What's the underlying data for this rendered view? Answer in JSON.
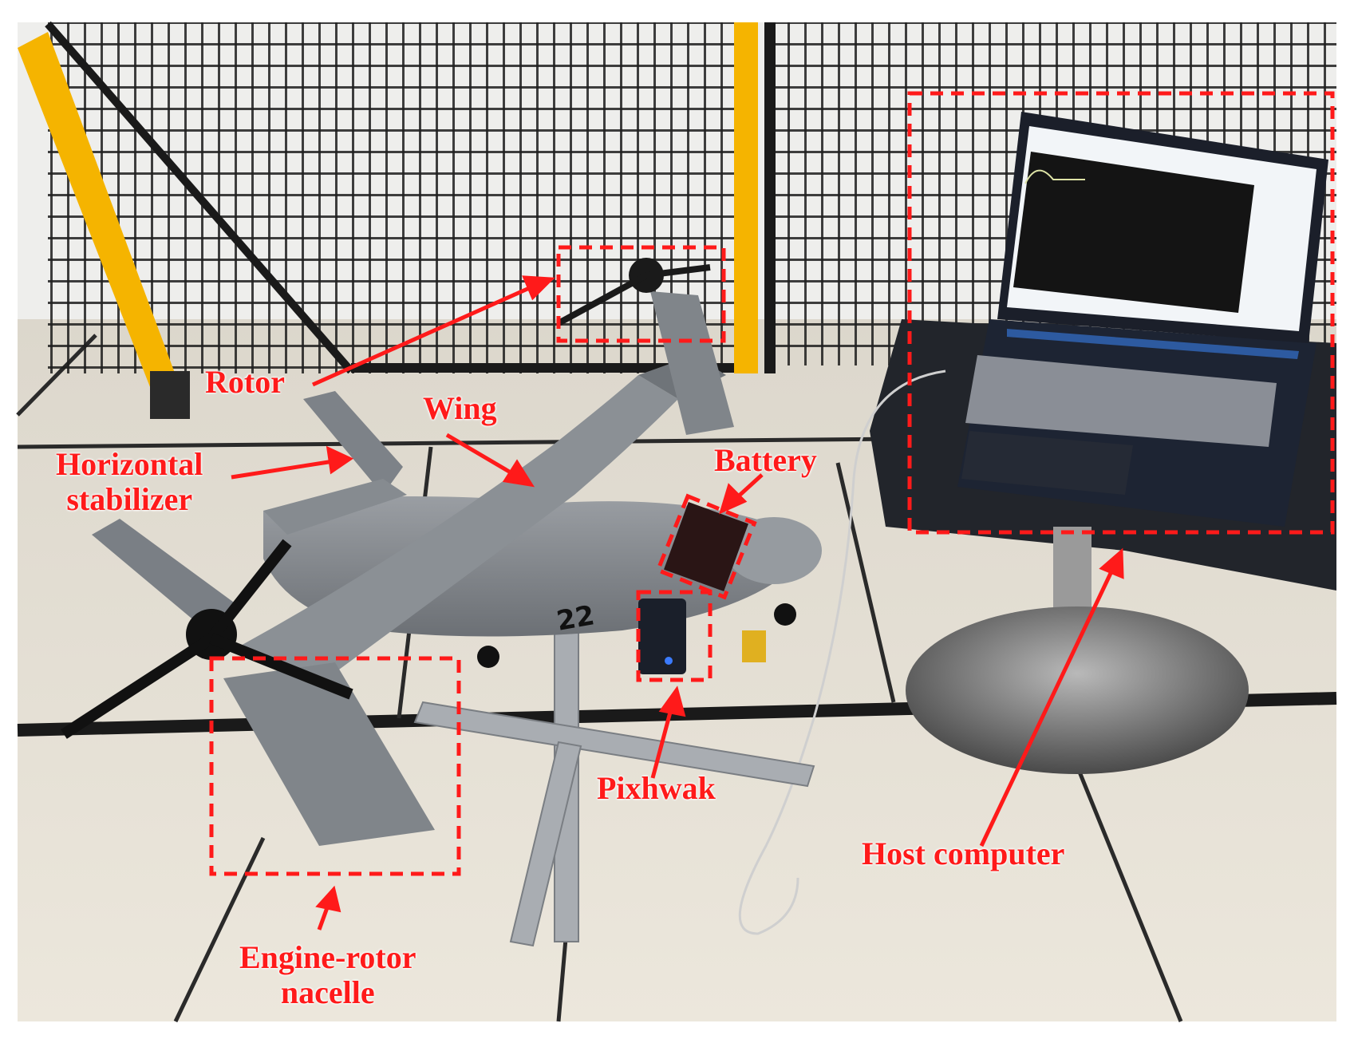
{
  "labels": {
    "rotor": "Rotor",
    "wing": "Wing",
    "horizontal_stabilizer_line1": "Horizontal",
    "horizontal_stabilizer_line2": "stabilizer",
    "battery": "Battery",
    "pixhawk": "Pixhwak",
    "host_computer": "Host computer",
    "engine_rotor_nacelle_line1": "Engine-rotor",
    "engine_rotor_nacelle_line2": "nacelle"
  },
  "aircraft_marking": "22",
  "colors": {
    "annotation": "#ff1a1a",
    "fence_post": "#f5b400",
    "aircraft_body": "#7d8288",
    "floor_tile": "#e8e2d6",
    "laptop": "#1d2433"
  }
}
